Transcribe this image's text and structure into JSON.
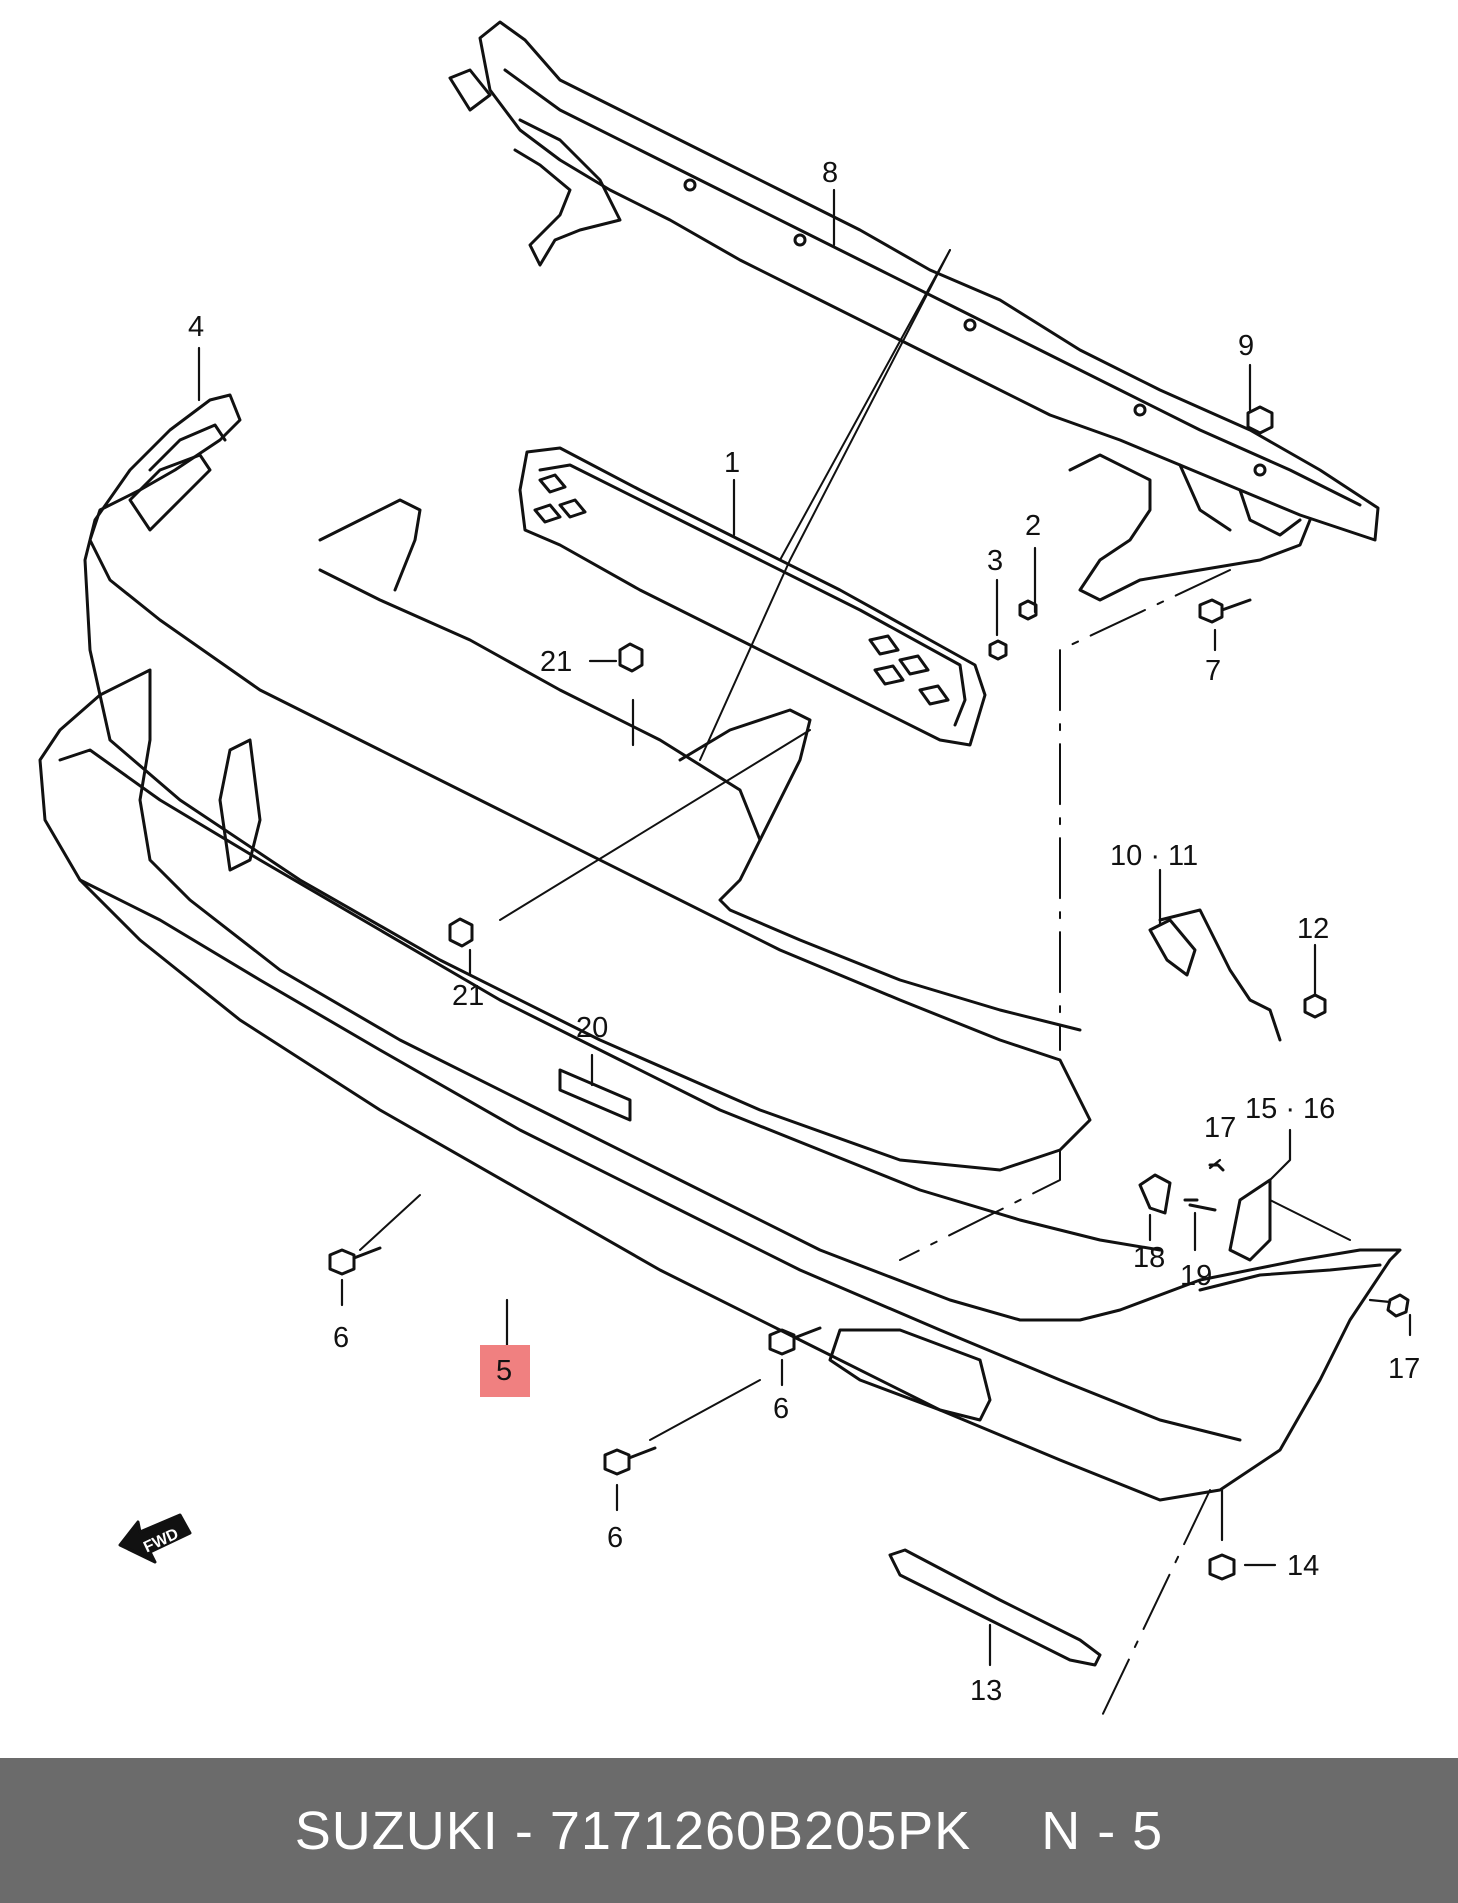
{
  "diagram": {
    "fwd_label": "FWD",
    "highlight_color": "#f08080",
    "line_color": "#111111",
    "callouts": {
      "c1": "1",
      "c2": "2",
      "c3": "3",
      "c4": "4",
      "c5": "5",
      "c6a": "6",
      "c6b": "6",
      "c6c": "6",
      "c7": "7",
      "c8": "8",
      "c9": "9",
      "c10_11": "10 · 11",
      "c12": "12",
      "c13": "13",
      "c14": "14",
      "c15_16": "15 · 16",
      "c17a": "17",
      "c17b": "17",
      "c18": "18",
      "c19": "19",
      "c20": "20",
      "c21a": "21",
      "c21b": "21"
    }
  },
  "footer": {
    "brand": "SUZUKI",
    "dash": "-",
    "part_number": "7171260B205PK",
    "ref": "N - 5",
    "background": "#6b6b6b",
    "text_color": "#ffffff"
  }
}
